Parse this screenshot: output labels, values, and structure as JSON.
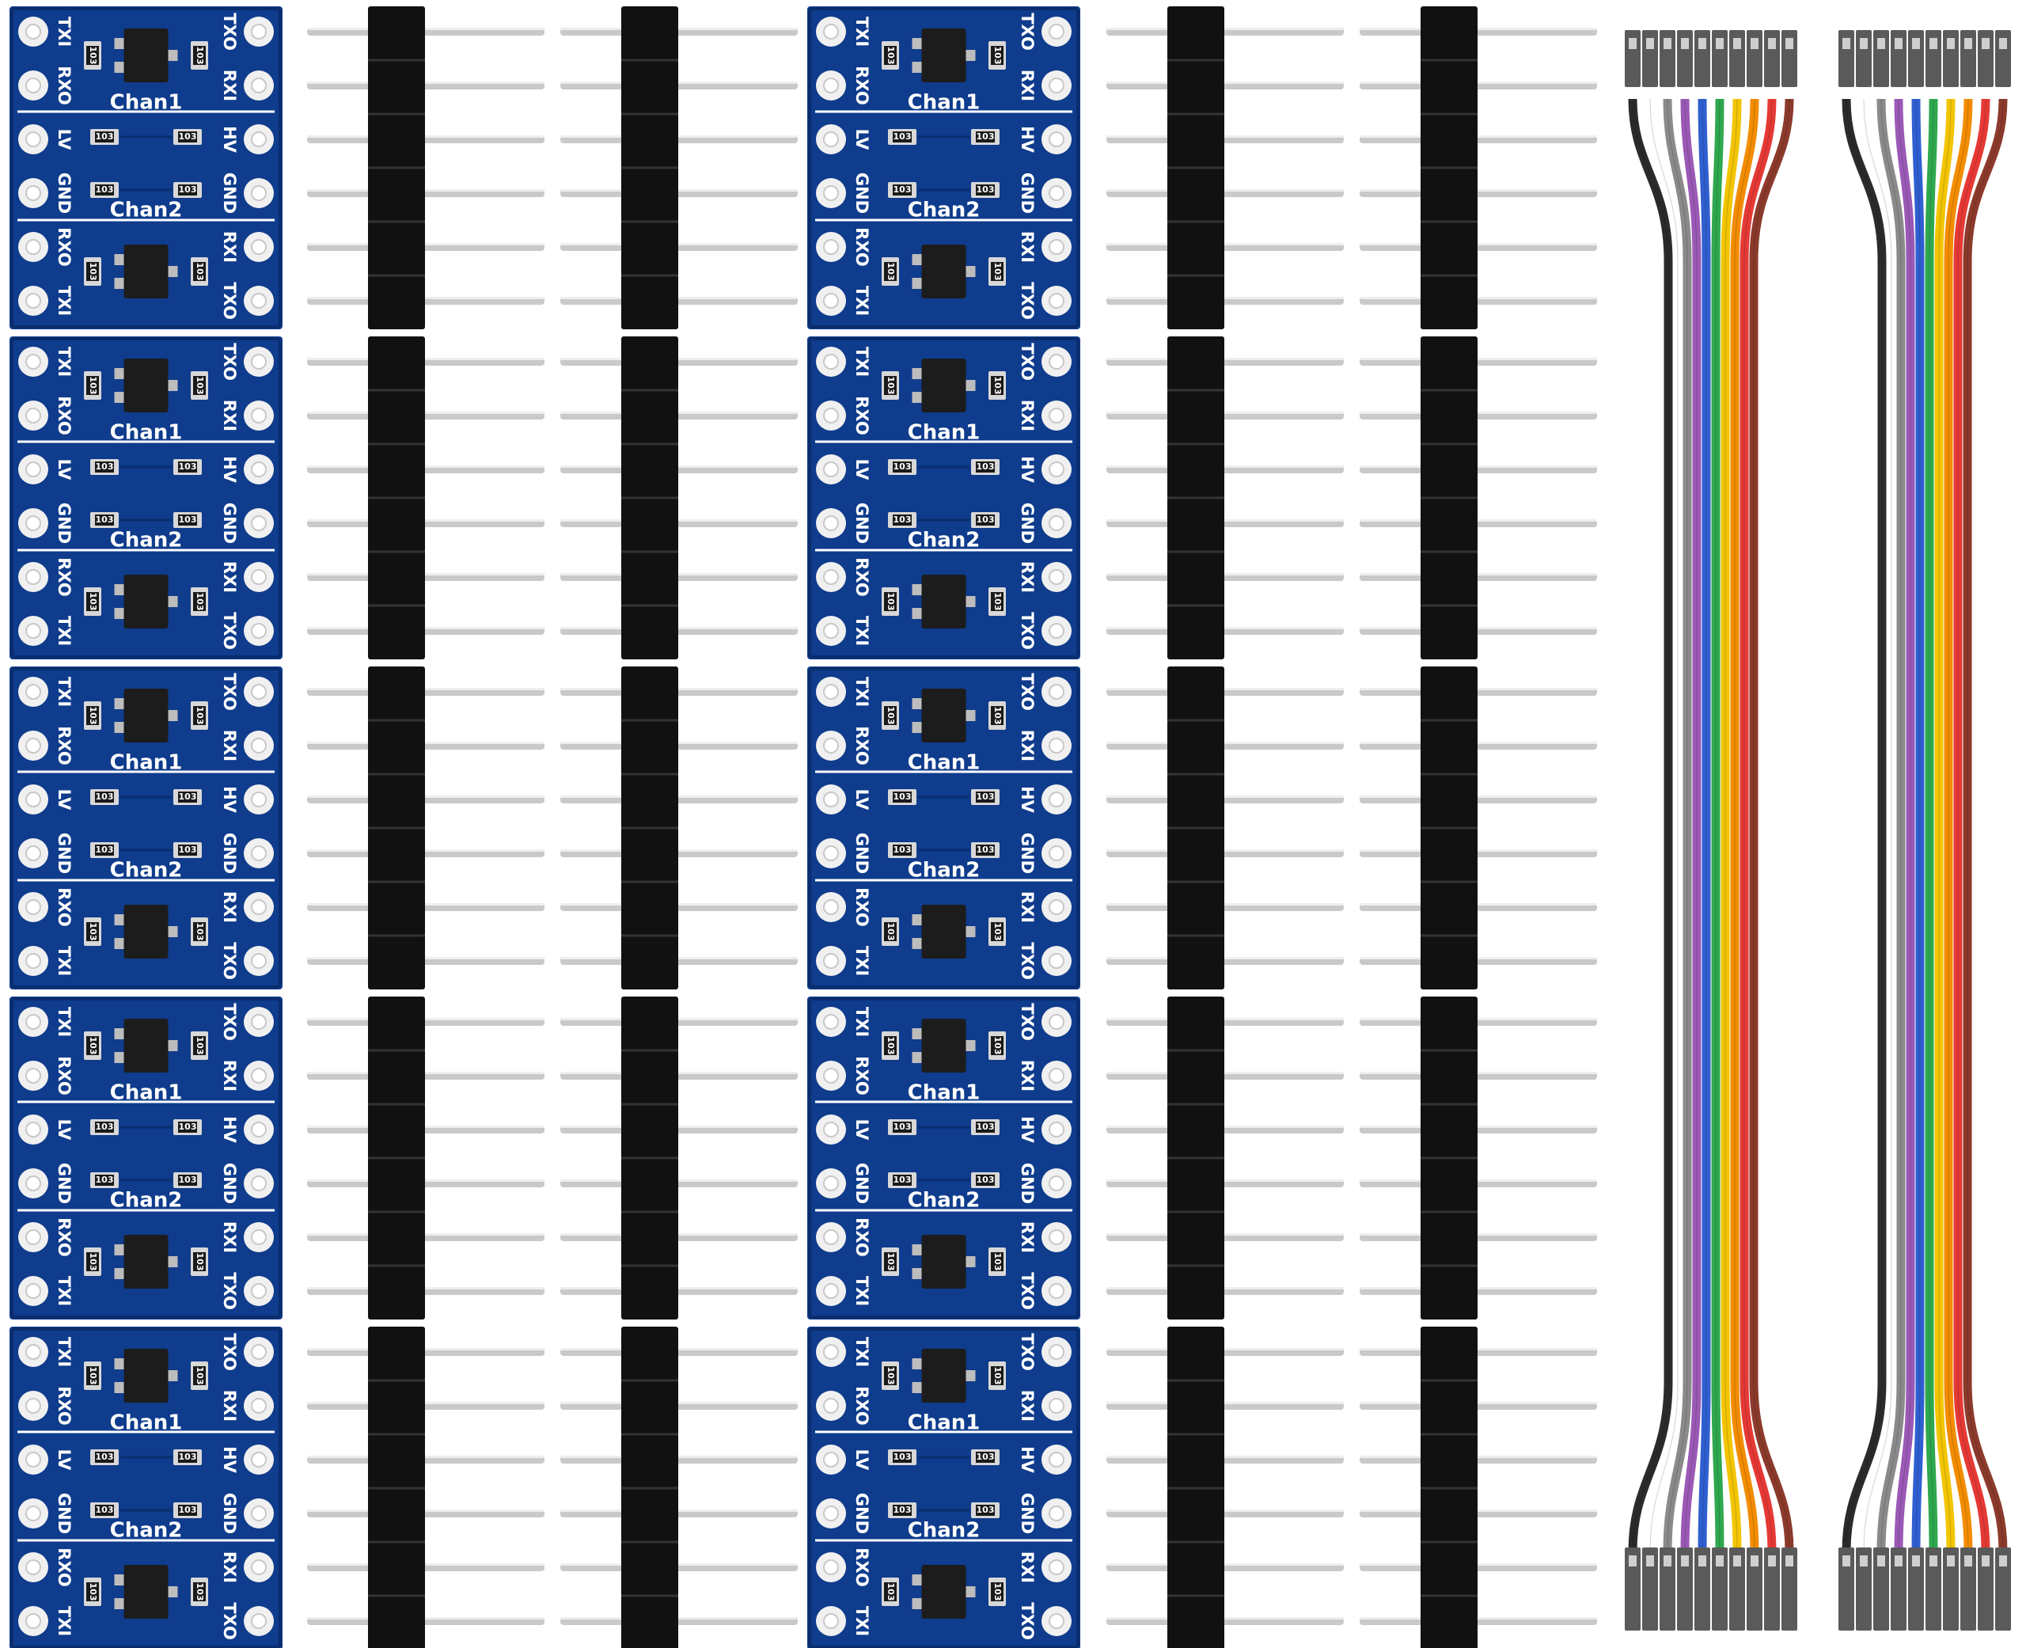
{
  "board_labels": {
    "left_top": [
      "TXI",
      "RXO"
    ],
    "right_top": [
      "TXO",
      "RXI"
    ],
    "left_mid": [
      "LV",
      "GND"
    ],
    "right_mid": [
      "HV",
      "GND"
    ],
    "left_bottom": [
      "RXO",
      "TXI"
    ],
    "right_bottom": [
      "RXI",
      "TXO"
    ],
    "chan1": "Chan1",
    "chan2": "Chan2",
    "resistor_code": "103"
  },
  "layout_counts": {
    "board_columns": 2,
    "board_rows": 5,
    "header_strips_per_board": 2,
    "pins_per_header": 6,
    "cable_count": 2,
    "wires_per_cable": 10
  },
  "colors": {
    "pcb": "#0f3c8c",
    "pcb_dark": "#0a2d6e",
    "pad": "#f0f0f0",
    "header_plastic": "#111111",
    "pin_metal": "#c9c9c9",
    "connector_housing": "#5a5a5a",
    "wires": [
      "#2b2b2b",
      "#ffffff",
      "#8a8a8a",
      "#9b59b6",
      "#2f5fd0",
      "#2fa84f",
      "#f2c500",
      "#f28c00",
      "#e53935",
      "#8b3a2b"
    ]
  }
}
